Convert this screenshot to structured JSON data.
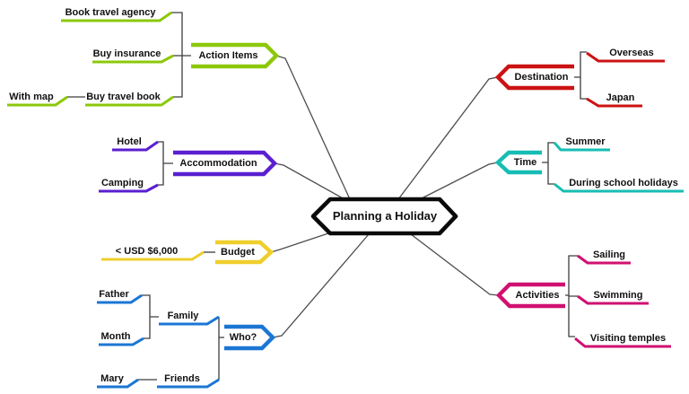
{
  "canvas": {
    "background": "#ffffff",
    "connector_color": "#4d4d4d",
    "center_border_color": "#0a0a0a"
  },
  "map": {
    "center": {
      "label": "Planning a Holiday"
    },
    "branches": [
      {
        "id": "action-items",
        "label": "Action Items",
        "color": "#8CC80A",
        "children": [
          {
            "label": "Book travel agency"
          },
          {
            "label": "Buy insurance"
          },
          {
            "label": "Buy travel book",
            "children": [
              {
                "label": "With map"
              }
            ]
          }
        ]
      },
      {
        "id": "accommodation",
        "label": "Accommodation",
        "color": "#5A1FD0",
        "children": [
          {
            "label": "Hotel"
          },
          {
            "label": "Camping"
          }
        ]
      },
      {
        "id": "budget",
        "label": "Budget",
        "color": "#EFCE2C",
        "children": [
          {
            "label": "< USD $6,000"
          }
        ]
      },
      {
        "id": "who",
        "label": "Who?",
        "color": "#1B76D4",
        "children": [
          {
            "label": "Family",
            "children": [
              {
                "label": "Father"
              },
              {
                "label": "Month"
              }
            ]
          },
          {
            "label": "Friends",
            "children": [
              {
                "label": "Mary"
              }
            ]
          }
        ]
      },
      {
        "id": "destination",
        "label": "Destination",
        "color": "#CC1212",
        "children": [
          {
            "label": "Overseas"
          },
          {
            "label": "Japan"
          }
        ]
      },
      {
        "id": "time",
        "label": "Time",
        "color": "#16BDB3",
        "children": [
          {
            "label": "Summer"
          },
          {
            "label": "During school holidays"
          }
        ]
      },
      {
        "id": "activities",
        "label": "Activities",
        "color": "#D01070",
        "children": [
          {
            "label": "Sailing"
          },
          {
            "label": "Swimming"
          },
          {
            "label": "Visiting temples"
          }
        ]
      }
    ]
  }
}
